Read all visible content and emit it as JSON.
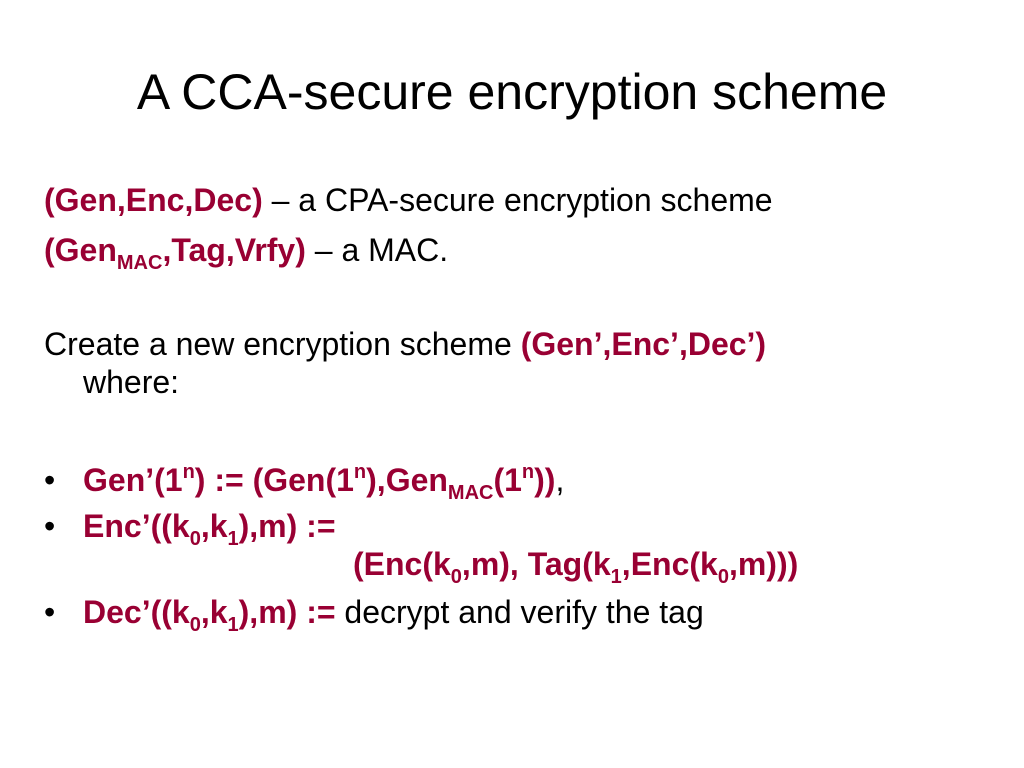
{
  "title": "A CCA-secure encryption scheme",
  "line1": {
    "em": "(Gen,Enc,Dec)",
    "rest": " – a CPA-secure encryption scheme"
  },
  "line2": {
    "em_a": "(Gen",
    "em_sub": "MAC",
    "em_b": ",Tag,Vrfy)",
    "rest": " – a MAC."
  },
  "para": {
    "text": "Create a new encryption scheme ",
    "em": "(Gen’,Enc’,Dec’)",
    "cont": "where:"
  },
  "bullets": {
    "symbol": "•",
    "gen": {
      "p1": "Gen’(1",
      "s1": "n",
      "p2": ") := (Gen(1",
      "s2": "n",
      "p3": "),Gen",
      "sub": "MAC",
      "p4": "(1",
      "s3": "n",
      "p5": "))",
      "tail": ","
    },
    "enc": {
      "p1": "Enc’((k",
      "sub0": "0",
      "p2": ",k",
      "sub1": "1",
      "p3": "),m) :=",
      "c1": "(Enc(k",
      "c_sub0a": "0",
      "c2": ",m), Tag(k",
      "c_sub1": "1",
      "c3": ",Enc(k",
      "c_sub0b": "0",
      "c4": ",m)))"
    },
    "dec": {
      "p1": "Dec’((k",
      "sub0": "0",
      "p2": ",k",
      "sub1": "1",
      "p3": "),m) :=",
      "rest": " decrypt and verify the tag"
    }
  }
}
